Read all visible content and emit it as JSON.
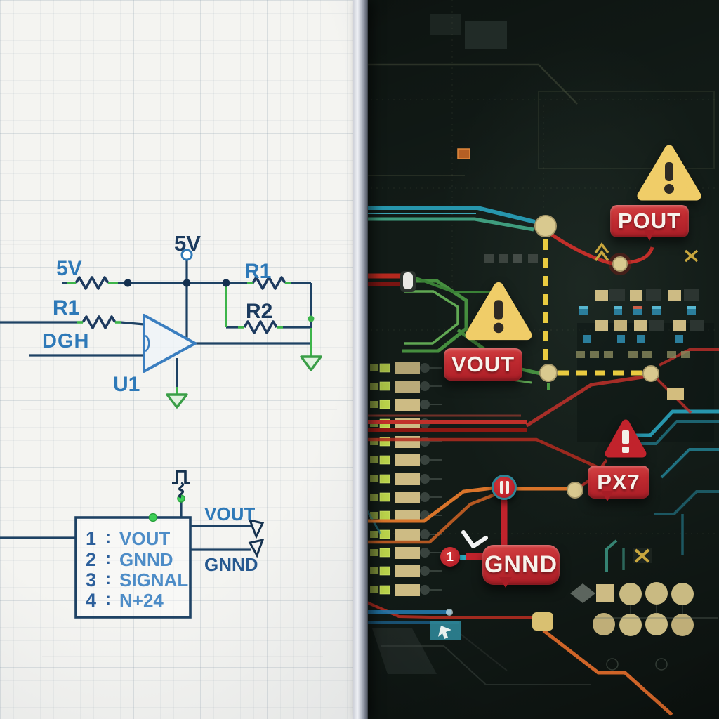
{
  "left_panel": {
    "opamp_circuit": {
      "supply_top": "5V",
      "supply_left": "5V",
      "resistor_left": "R1",
      "input_signal": "DGH",
      "opamp_ref": "U1",
      "resistor_feedback": "R1",
      "resistor_r2": "R2"
    },
    "connector_block": {
      "colon": ":",
      "pins": [
        {
          "num": "1",
          "name": "VOUT"
        },
        {
          "num": "2",
          "name": "GNND"
        },
        {
          "num": "3",
          "name": "SIGNAL"
        },
        {
          "num": "4",
          "name": "N+24"
        }
      ],
      "output_top": "VOUT",
      "output_bottom": "GNND"
    }
  },
  "right_panel": {
    "warning_labels": {
      "pout": "POUT",
      "vout": "VOUT",
      "px7": "PX7",
      "gnnd": "GNND"
    },
    "marker_count": "1",
    "icons": {
      "pout": "warning-triangle-yellow",
      "vout": "warning-triangle-yellow",
      "px7": "alert-triangle-red",
      "gnnd": "no-entry-circle"
    },
    "colors": {
      "badge_red": "#bf2730",
      "warning_yellow": "#f0cd68",
      "alert_red": "#c1232c",
      "trace_teal": "#2796ad",
      "trace_green": "#4c9c44",
      "trace_red": "#c22f2a",
      "trace_orange": "#d9742a",
      "node_tan": "#d9c98f",
      "dashed_yellow": "#e9cb40",
      "pad_tan": "#cdbb84"
    }
  }
}
